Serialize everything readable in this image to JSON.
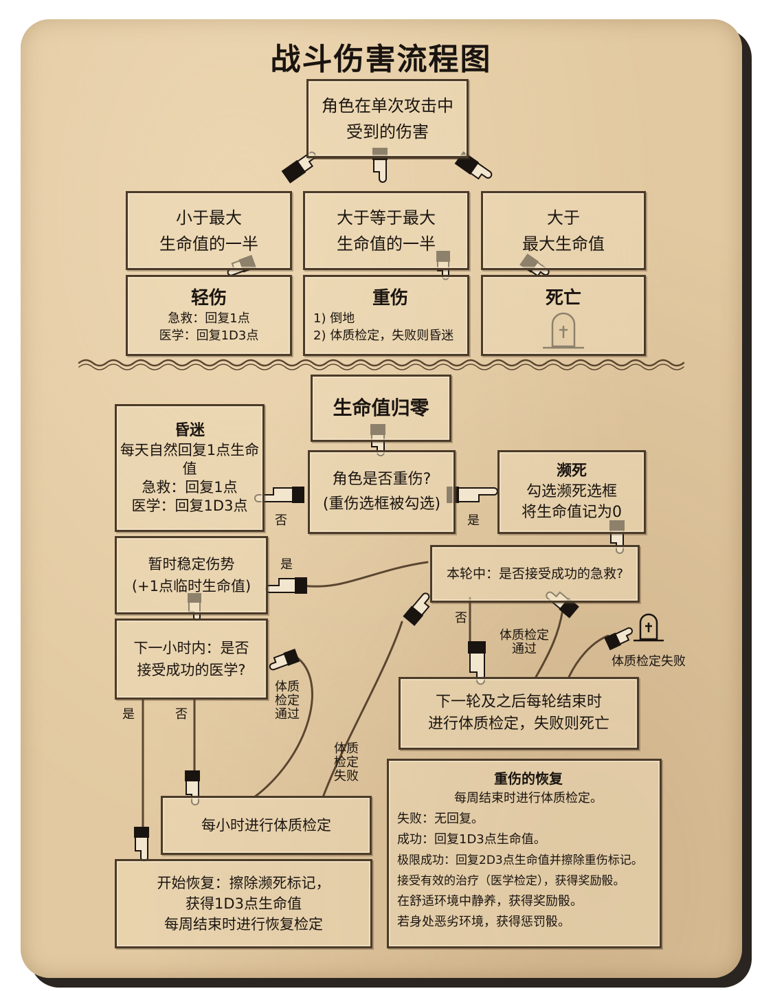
{
  "title": "战斗伤害流程图",
  "top": {
    "root": "角色在单次攻击中\n受到的伤害",
    "cond_minor": "小于最大\n生命值的一半",
    "cond_major": "大于等于最大\n生命值的一半",
    "cond_death": "大于\n最大生命值",
    "minor_title": "轻伤",
    "minor_text": "急救：回复1点\n医学：回复1D3点",
    "major_title": "重伤",
    "major_text": "1) 倒地\n2) 体质检定，失败则昏迷",
    "death_title": "死亡"
  },
  "bottom": {
    "hp_zero": "生命值归零",
    "is_major": "角色是否重伤?\n(重伤选框被勾选)",
    "unconscious_title": "昏迷",
    "unconscious_text": "每天自然回复1点生命值\n急救：回复1点\n医学：回复1D3点",
    "dying_title": "濒死",
    "dying_text": "勾选濒死选框\n将生命值记为0",
    "stabilize": "暂时稳定伤势\n(+1点临时生命值)",
    "first_aid_q": "本轮中：是否接受成功的急救?",
    "medicine_q": "下一小时内：是否\n接受成功的医学?",
    "next_round": "下一轮及之后每轮结束时\n进行体质检定，失败则死亡",
    "hourly": "每小时进行体质检定",
    "recovery": "开始恢复：擦除濒死标记，\n获得1D3点生命值\n每周结束时进行恢复检定",
    "recovery_lead": "开始恢复",
    "major_rec_title": "重伤的恢复",
    "major_rec_lines": [
      "每周结束时进行体质检定。",
      "失败：无回复。",
      "成功：回复1D3点生命值。",
      "极限成功：回复2D3点生命值并擦除重伤标记。",
      "接受有效的治疗（医学检定），获得奖励骰。",
      "在舒适环境中静养，获得奖励骰。",
      "若身处恶劣环境，获得惩罚骰。"
    ]
  },
  "labels": {
    "no1": "否",
    "yes1": "是",
    "yes2": "是",
    "no2": "否",
    "con_pass": "体质检定\n通过",
    "con_fail": "体质检定失败",
    "yes3": "是",
    "no3": "否",
    "con_pass2": "体质\n检定\n通过",
    "con_fail2": "体质\n检定\n失败"
  },
  "colors": {
    "paper": "#e2c9a1",
    "ink": "#1a1410",
    "border": "#4a3a28"
  },
  "icons": [
    "pointing-hand-icon",
    "tombstone-icon"
  ]
}
